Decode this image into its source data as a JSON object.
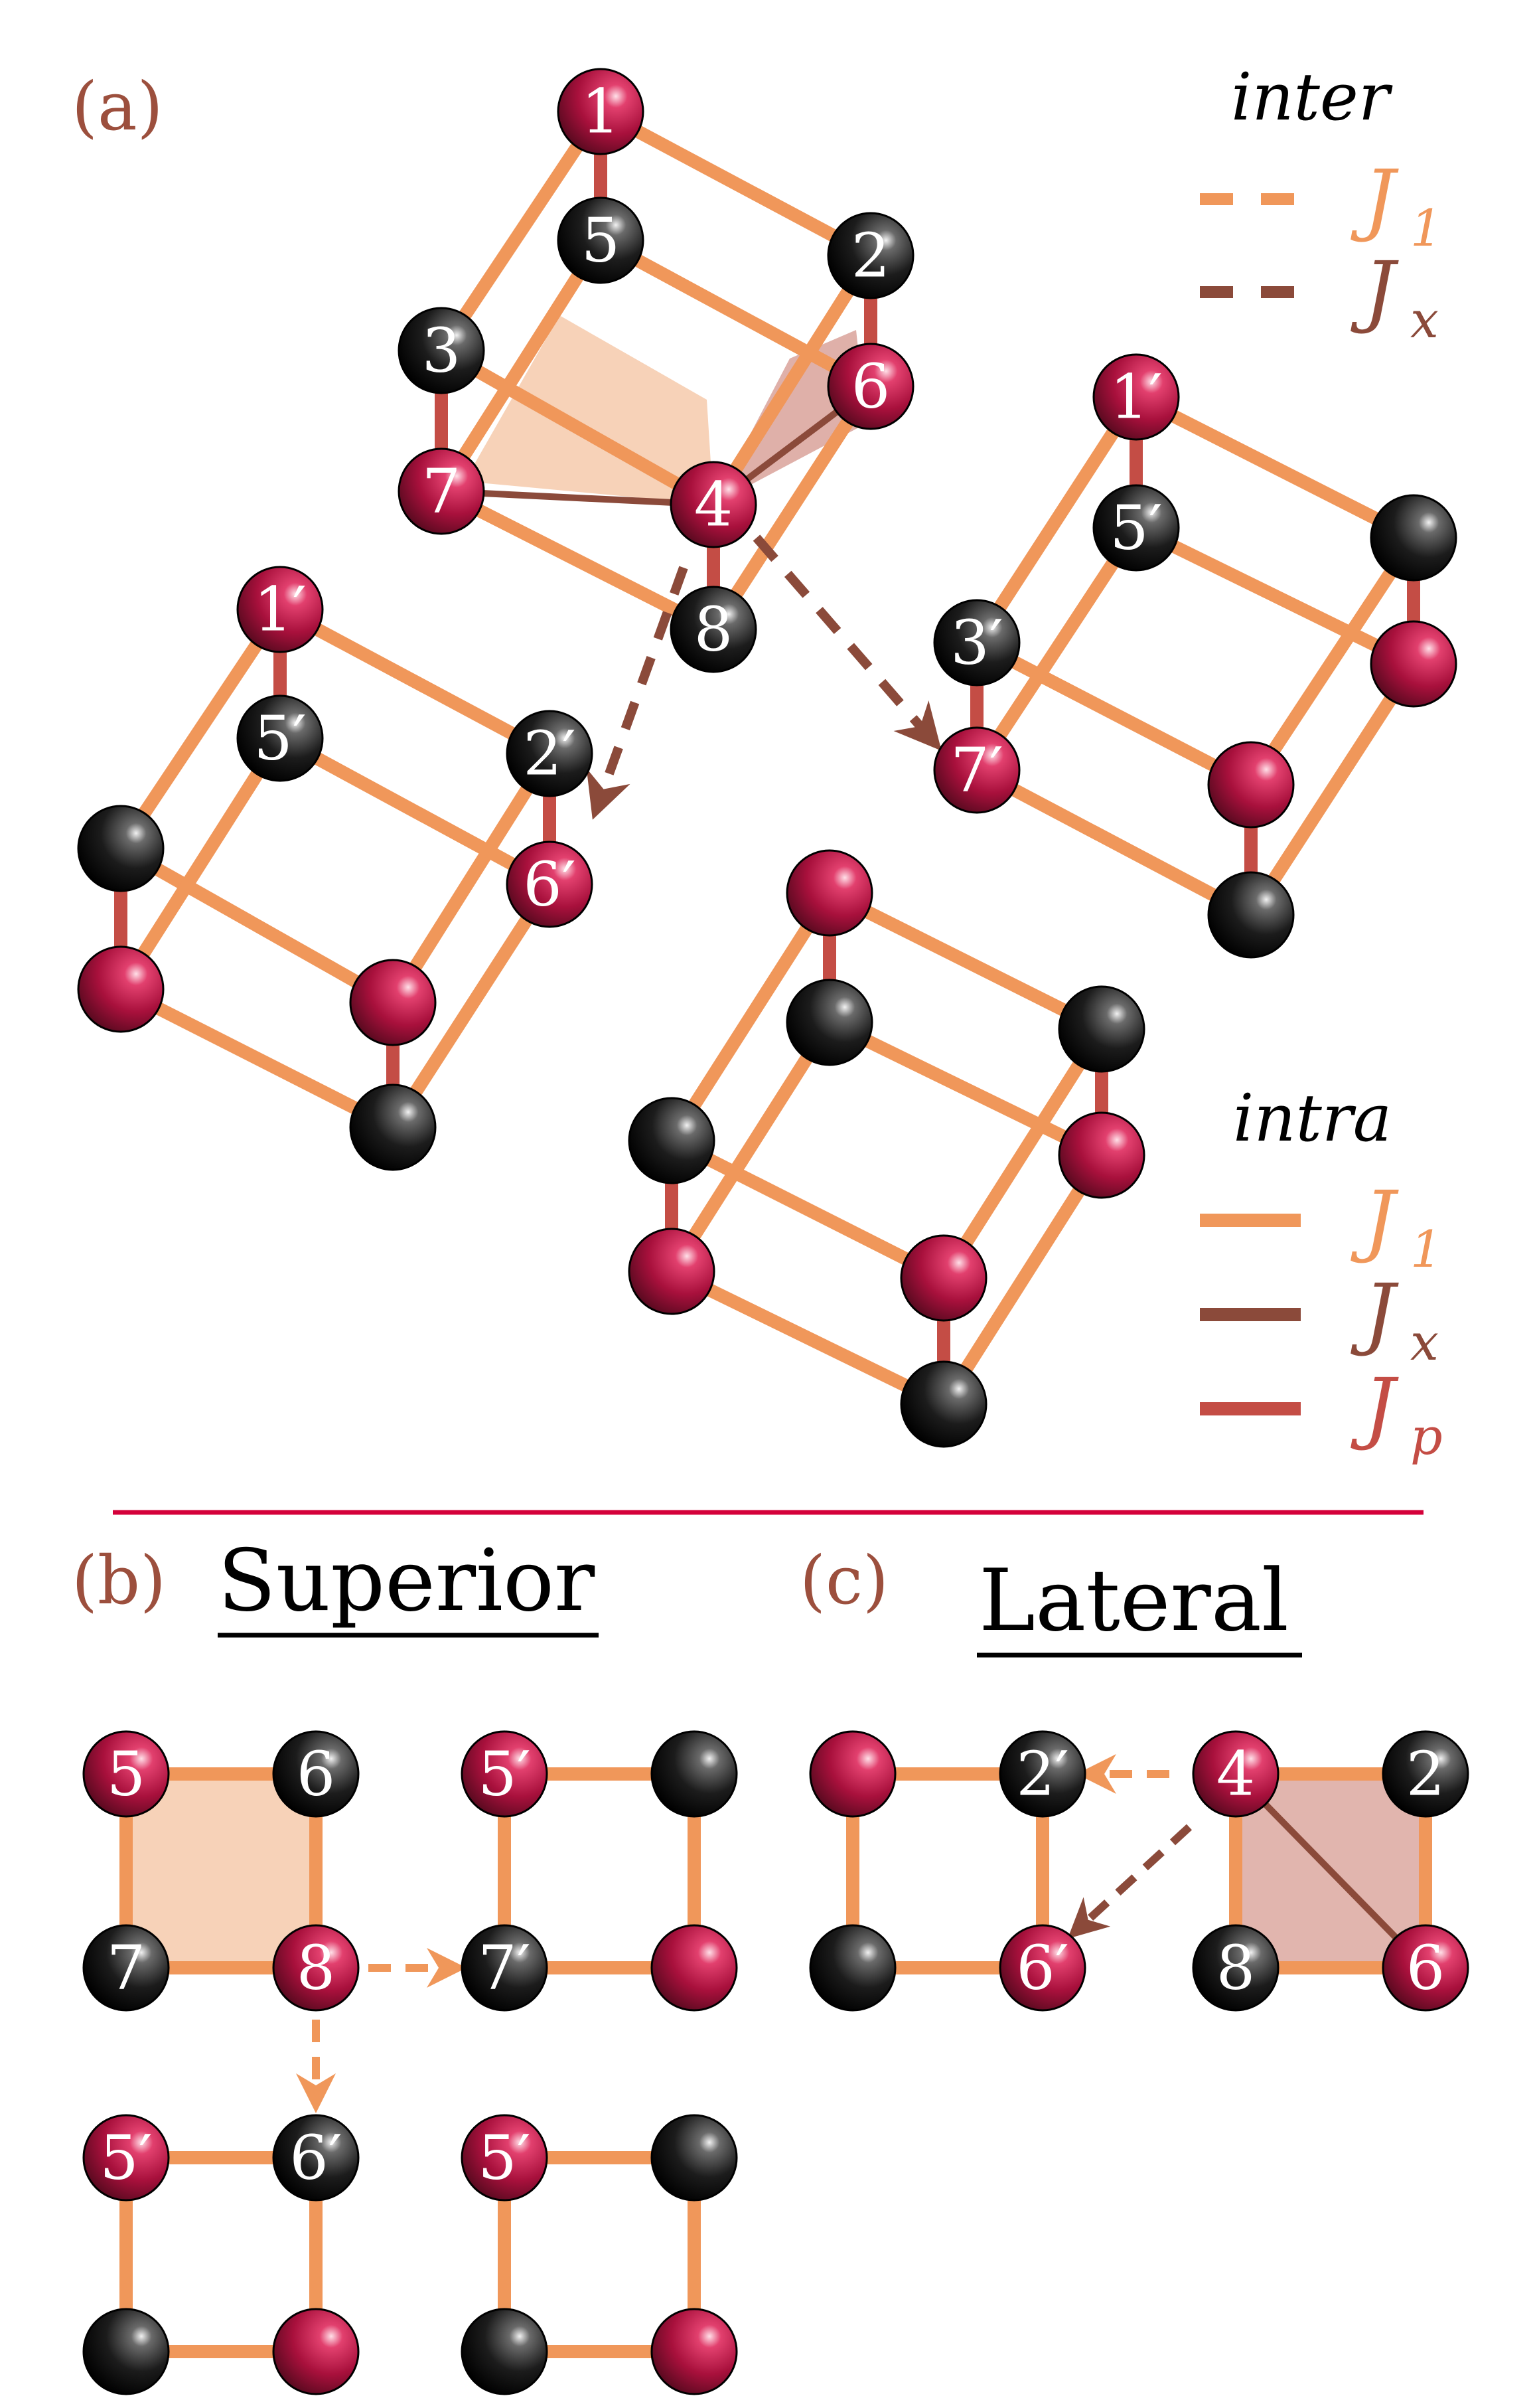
{
  "panels": {
    "a": "(a)",
    "b": "(b)",
    "c": "(c)"
  },
  "titles": {
    "superior": "Superior",
    "lateral": "Lateral"
  },
  "legend": {
    "inter_heading": "inter",
    "intra_heading": "intra",
    "inter": [
      {
        "symbol": "J",
        "subscript": "1",
        "color": "#f0975a"
      },
      {
        "symbol": "J",
        "subscript": "x",
        "color": "#8b4a3a"
      }
    ],
    "intra": [
      {
        "symbol": "J",
        "subscript": "1",
        "color": "#f0975a"
      },
      {
        "symbol": "J",
        "subscript": "x",
        "color": "#8b4a3a"
      },
      {
        "symbol": "J",
        "subscript": "p",
        "color": "#c44d45"
      }
    ]
  },
  "atom_labels": {
    "main_cube": [
      "1",
      "2",
      "3",
      "4",
      "5",
      "6",
      "7",
      "8"
    ],
    "left_cube": [
      "1′",
      "5′",
      "2′",
      "6′"
    ],
    "right_cube": [
      "1′",
      "5′",
      "3′",
      "7′"
    ],
    "superior_squares": {
      "first": [
        "5",
        "6",
        "7",
        "8"
      ],
      "right": [
        "5′",
        "7′"
      ],
      "below": [
        "5′",
        "6′"
      ],
      "diagonal": [
        "5′"
      ]
    },
    "lateral_squares": {
      "neighbor": [
        "2′",
        "6′"
      ],
      "main": [
        "4",
        "2",
        "8",
        "6"
      ]
    }
  },
  "colors": {
    "j1_bond": "#f0975a",
    "jx_bond": "#8b4a3a",
    "jp_bond": "#c44d45",
    "red_atom": "#b0123f",
    "black_atom": "#141414",
    "divider": "#d4003a",
    "panel_label": "#9c4f3d"
  }
}
